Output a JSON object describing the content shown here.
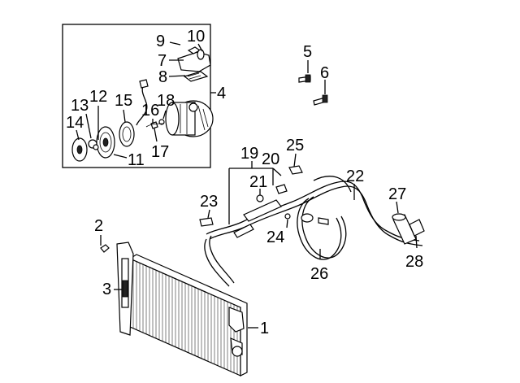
{
  "diagram": {
    "callouts": [
      "1",
      "2",
      "3",
      "4",
      "5",
      "6",
      "7",
      "8",
      "9",
      "10",
      "11",
      "12",
      "13",
      "14",
      "15",
      "16",
      "17",
      "18",
      "19",
      "20",
      "21",
      "22",
      "23",
      "24",
      "25",
      "26",
      "27",
      "28"
    ]
  },
  "colors": {
    "line": "#000000",
    "background": "#ffffff"
  }
}
